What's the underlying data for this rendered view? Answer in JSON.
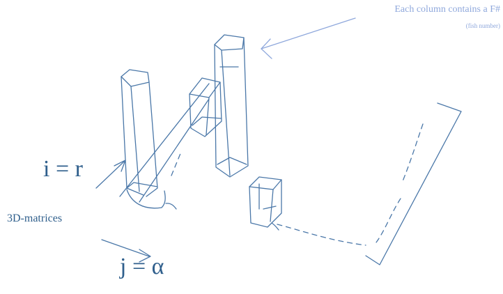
{
  "annotation": {
    "title": "Each column contains a F#",
    "subtitle": "(fish number)"
  },
  "labels": {
    "i_axis": "i = r",
    "matrices": "3D-matrices",
    "j_axis": "j = α"
  },
  "colors": {
    "ink": "#4a77a8",
    "text": "#2f5f8c",
    "annotation": "#8fa8dc",
    "background": "#ffffff"
  }
}
